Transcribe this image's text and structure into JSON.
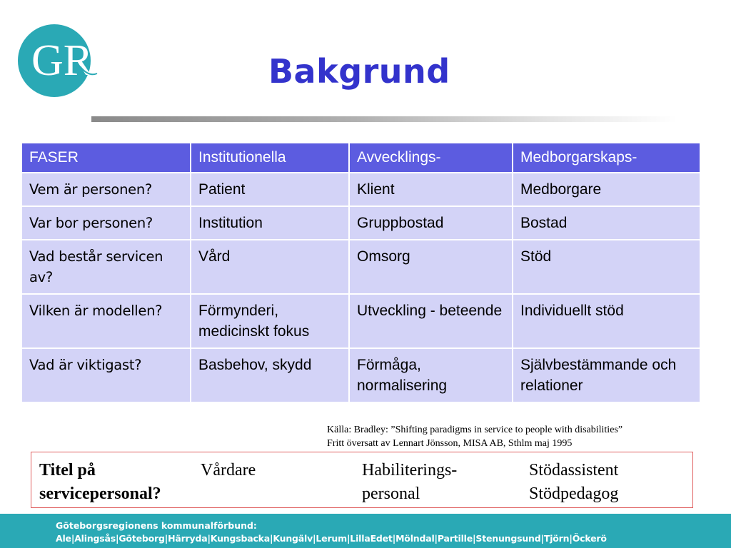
{
  "logo": {
    "icon": "gr-logo-icon",
    "text": "GR",
    "color": "#2aa9b5"
  },
  "title": "Bakgrund",
  "table": {
    "headers": [
      "FASER",
      "Institutionella",
      "Avvecklings-",
      "Medborgarskaps-"
    ],
    "rows": [
      [
        "Vem är personen?",
        "Patient",
        "Klient",
        "Medborgare"
      ],
      [
        "Var bor personen?",
        "Institution",
        "Gruppbostad",
        "Bostad"
      ],
      [
        "Vad består servicen av?",
        "Vård",
        "Omsorg",
        "Stöd"
      ],
      [
        "Vilken är modellen?",
        "Förmynderi, medicinskt fokus",
        "Utveckling - beteende",
        "Individuellt stöd"
      ],
      [
        "Vad är viktigast?",
        "Basbehov, skydd",
        "Förmåga, normalisering",
        "Självbestämmande och relationer"
      ]
    ]
  },
  "source": {
    "line1": "Källa: Bradley: ”Shifting paradigms in service to people with disabilities”",
    "line2": "Fritt översatt av Lennart Jönsson, MISA AB, Sthlm maj 1995"
  },
  "staff_box": {
    "label_line1": "Titel på",
    "label_line2": "servicepersonal?",
    "col1": "Vårdare",
    "col2_line1": "Habiliterings-",
    "col2_line2": "personal",
    "col3_line1": "Stödassistent",
    "col3_line2": "Stödpedagog"
  },
  "footer": {
    "line1": "Göteborgsregionens kommunalförbund:",
    "line2": "Ale|Alingsås|Göteborg|Härryda|Kungsbacka|Kungälv|Lerum|LillaEdet|Mölndal|Partille|Stenungsund|Tjörn|Öckerö"
  },
  "colors": {
    "title": "#3333cc",
    "header_bg": "#5c5ce0",
    "cell_bg": "#d3d3f7",
    "footer_bg": "#2aa9b5",
    "box_border": "#e06060"
  }
}
